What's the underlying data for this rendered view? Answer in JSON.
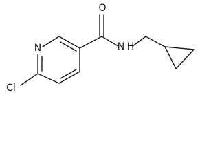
{
  "molecule": {
    "atoms": {
      "chlorine": "Cl",
      "ring_nitrogen": "N",
      "carbonyl_oxygen": "O",
      "amide_nitrogen": "N",
      "amide_hydrogen": "H"
    }
  },
  "colors": {
    "bond": "#1a1a1a",
    "background": "#ffffff"
  }
}
